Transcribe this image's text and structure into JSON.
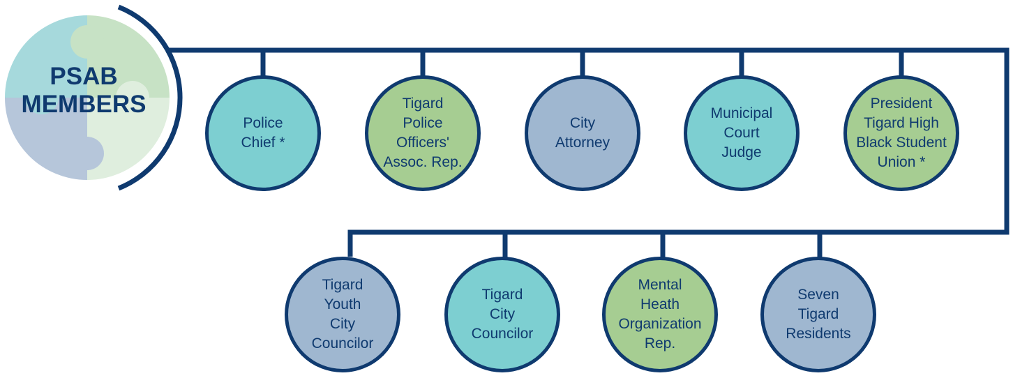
{
  "logo": {
    "title": "PSAB\nMEMBERS",
    "colors": {
      "teal": "#a6d9dc",
      "green": "#c7e2c5",
      "slate": "#b6c6da",
      "pale": "#dfeede",
      "accent": "#0f3a6f"
    }
  },
  "members_row1": [
    {
      "label": "Police\nChief *",
      "color": "#7dcfd1"
    },
    {
      "label": "Tigard\nPolice\nOfficers'\nAssoc. Rep.",
      "color": "#a6cd92"
    },
    {
      "label": "City\nAttorney",
      "color": "#9fb7d0"
    },
    {
      "label": "Municipal\nCourt\nJudge",
      "color": "#7dcfd1"
    },
    {
      "label": "President\nTigard High\nBlack Student\nUnion *",
      "color": "#a6cd92"
    }
  ],
  "members_row2": [
    {
      "label": "Tigard\nYouth\nCity\nCouncilor",
      "color": "#9fb7d0"
    },
    {
      "label": "Tigard\nCity\nCouncilor",
      "color": "#7dcfd1"
    },
    {
      "label": "Mental\nHeath\nOrganization\nRep.",
      "color": "#a6cd92"
    },
    {
      "label": "Seven\nTigard\nResidents",
      "color": "#9fb7d0"
    }
  ],
  "line_color": "#0f3a6f"
}
